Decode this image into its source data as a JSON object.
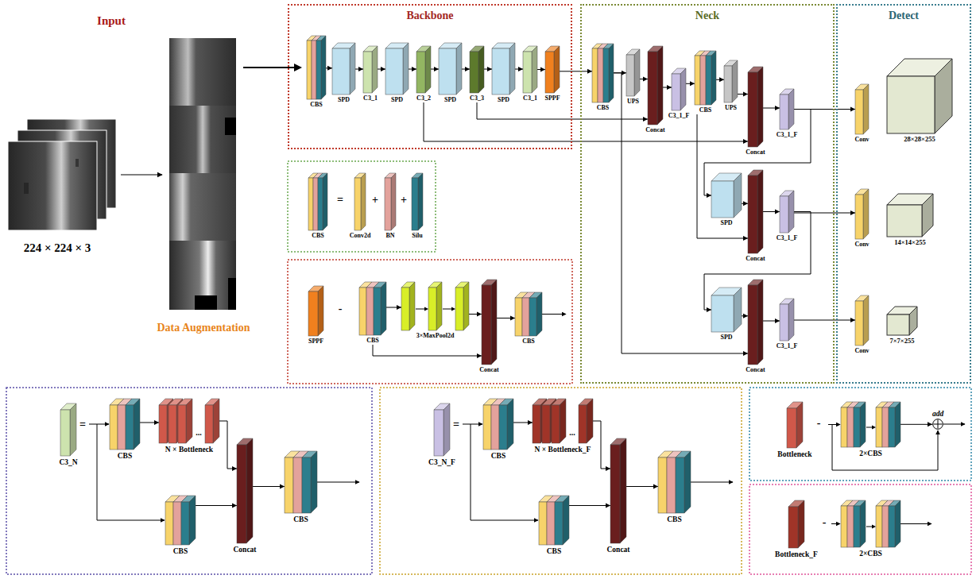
{
  "diagram": {
    "nodes": [
      {
        "text": [
          "Backbone"
        ]
      },
      {
        "text": [
          "CBS"
        ],
        "in": 0
      },
      {
        "text": [
          "SPD"
        ],
        "in": 0
      },
      {
        "text": [
          "C3_1"
        ],
        "in": 0
      },
      {
        "text": [
          "SPD"
        ],
        "in": 0
      },
      {
        "text": [
          "C3_2"
        ],
        "in": 0
      },
      {
        "text": [
          "SPD"
        ],
        "in": 0
      },
      {
        "text": [
          "C3_3"
        ],
        "in": 0
      },
      {
        "text": [
          "SPD"
        ],
        "in": 0
      },
      {
        "text": [
          "C3_1"
        ],
        "in": 0
      },
      {
        "text": [
          "SPPF"
        ],
        "in": 0
      },
      {
        "text": [
          "Neck"
        ]
      },
      {
        "text": [
          "CBS"
        ],
        "in": 11
      },
      {
        "text": [
          "UPS"
        ],
        "in": 11
      },
      {
        "text": [
          "Concat"
        ],
        "in": 11
      },
      {
        "text": [
          "C3_1_F"
        ],
        "in": 11
      },
      {
        "text": [
          "CBS"
        ],
        "in": 11
      },
      {
        "text": [
          "UPS"
        ],
        "in": 11
      },
      {
        "text": [
          "Concat"
        ],
        "in": 11
      },
      {
        "text": [
          "C3_1_F"
        ],
        "in": 11
      },
      {
        "text": [
          "SPD"
        ],
        "in": 11
      },
      {
        "text": [
          "Concat"
        ],
        "in": 11
      },
      {
        "text": [
          "C3_1_F"
        ],
        "in": 11
      },
      {
        "text": [
          "SPD"
        ],
        "in": 11
      },
      {
        "text": [
          "Concat"
        ],
        "in": 11
      },
      {
        "text": [
          "C3_1_F"
        ],
        "in": 11
      },
      {
        "text": [
          "Detect"
        ]
      },
      {
        "text": [
          "Conv"
        ],
        "in": 26
      },
      {
        "text": [
          "28×28×255"
        ],
        "in": 26
      },
      {
        "text": [
          "Conv"
        ],
        "in": 26
      },
      {
        "text": [
          "14×14×255"
        ],
        "in": 26
      },
      {
        "text": [
          "Conv"
        ],
        "in": 26
      },
      {
        "text": [
          "7×7×255"
        ],
        "in": 26
      },
      {
        "text": [
          "CBS"
        ]
      },
      {
        "text": [
          "Conv2d"
        ]
      },
      {
        "text": [
          "BN"
        ]
      },
      {
        "text": [
          "Silu"
        ]
      },
      {
        "text": [
          "SPPF"
        ]
      },
      {
        "text": [
          "CBS"
        ]
      },
      {
        "text": [
          "3×MaxPool2d"
        ]
      },
      {
        "text": [
          "Concat"
        ]
      },
      {
        "text": [
          "CBS"
        ]
      },
      {
        "text": [
          "C3_N"
        ]
      },
      {
        "text": [
          "CBS"
        ]
      },
      {
        "text": [
          "N × Bottleneck"
        ]
      },
      {
        "text": [
          "CBS"
        ]
      },
      {
        "text": [
          "Concat"
        ]
      },
      {
        "text": [
          "CBS"
        ]
      },
      {
        "text": [
          "C3_N_F"
        ]
      },
      {
        "text": [
          "CBS"
        ]
      },
      {
        "text": [
          "N × Bottleneck_F"
        ]
      },
      {
        "text": [
          "CBS"
        ]
      },
      {
        "text": [
          "Concat"
        ]
      },
      {
        "text": [
          "CBS"
        ]
      },
      {
        "text": [
          "Bottleneck"
        ]
      },
      {
        "text": [
          "2×CBS"
        ]
      },
      {
        "text": [
          "add"
        ]
      },
      {
        "text": [
          "Bottleneck_F"
        ]
      },
      {
        "text": [
          "2×CBS"
        ]
      }
    ],
    "edges": [
      {
        "from": 1,
        "to": 2,
        "arrow": "to"
      },
      {
        "from": 2,
        "to": 3,
        "arrow": "to"
      },
      {
        "from": 3,
        "to": 4,
        "arrow": "to"
      },
      {
        "from": 4,
        "to": 5,
        "arrow": "to"
      },
      {
        "from": 5,
        "to": 6,
        "arrow": "to"
      },
      {
        "from": 6,
        "to": 7,
        "arrow": "to"
      },
      {
        "from": 7,
        "to": 8,
        "arrow": "to"
      },
      {
        "from": 8,
        "to": 9,
        "arrow": "to"
      },
      {
        "from": 9,
        "to": 10,
        "arrow": "to"
      },
      {
        "from": 10,
        "to": 12,
        "arrow": "to"
      },
      {
        "from": 12,
        "to": 13,
        "arrow": "to"
      },
      {
        "from": 13,
        "to": 14,
        "arrow": "to"
      },
      {
        "from": 14,
        "to": 15,
        "arrow": "to"
      },
      {
        "from": 15,
        "to": 16,
        "arrow": "to"
      },
      {
        "from": 16,
        "to": 17,
        "arrow": "to"
      },
      {
        "from": 17,
        "to": 18,
        "arrow": "to"
      },
      {
        "from": 18,
        "to": 19,
        "arrow": "to"
      },
      {
        "from": 7,
        "to": 14,
        "arrow": "to"
      },
      {
        "from": 5,
        "to": 18,
        "arrow": "to"
      },
      {
        "from": 19,
        "to": 27,
        "arrow": "to"
      },
      {
        "from": 19,
        "to": 20,
        "arrow": "to"
      },
      {
        "from": 20,
        "to": 21,
        "arrow": "to"
      },
      {
        "from": 16,
        "to": 21,
        "arrow": "to"
      },
      {
        "from": 21,
        "to": 22,
        "arrow": "to"
      },
      {
        "from": 22,
        "to": 29,
        "arrow": "to"
      },
      {
        "from": 22,
        "to": 23,
        "arrow": "to"
      },
      {
        "from": 23,
        "to": 24,
        "arrow": "to"
      },
      {
        "from": 12,
        "to": 24,
        "arrow": "to"
      },
      {
        "from": 24,
        "to": 25,
        "arrow": "to"
      },
      {
        "from": 25,
        "to": 31,
        "arrow": "to"
      },
      {
        "from": 38,
        "to": 39,
        "arrow": "to"
      },
      {
        "from": 39,
        "to": 40,
        "arrow": "to"
      },
      {
        "from": 38,
        "to": 40,
        "arrow": "to"
      },
      {
        "from": 40,
        "to": 41,
        "arrow": "to"
      },
      {
        "from": 43,
        "to": 44,
        "arrow": "to"
      },
      {
        "from": 44,
        "to": 46,
        "arrow": "to"
      },
      {
        "from": 45,
        "to": 46,
        "arrow": "to"
      },
      {
        "from": 46,
        "to": 47,
        "arrow": "to"
      },
      {
        "from": 49,
        "to": 50,
        "arrow": "to"
      },
      {
        "from": 50,
        "to": 52,
        "arrow": "to"
      },
      {
        "from": 51,
        "to": 52,
        "arrow": "to"
      },
      {
        "from": 52,
        "to": 53,
        "arrow": "to"
      },
      {
        "from": 55,
        "to": 56,
        "arrow": "to"
      }
    ],
    "labels": [
      "Input",
      "224 × 224 × 3",
      "Data Augmentation",
      "=",
      "+",
      "+",
      "-",
      "=",
      "...",
      "=",
      "...",
      "-",
      "-"
    ]
  }
}
